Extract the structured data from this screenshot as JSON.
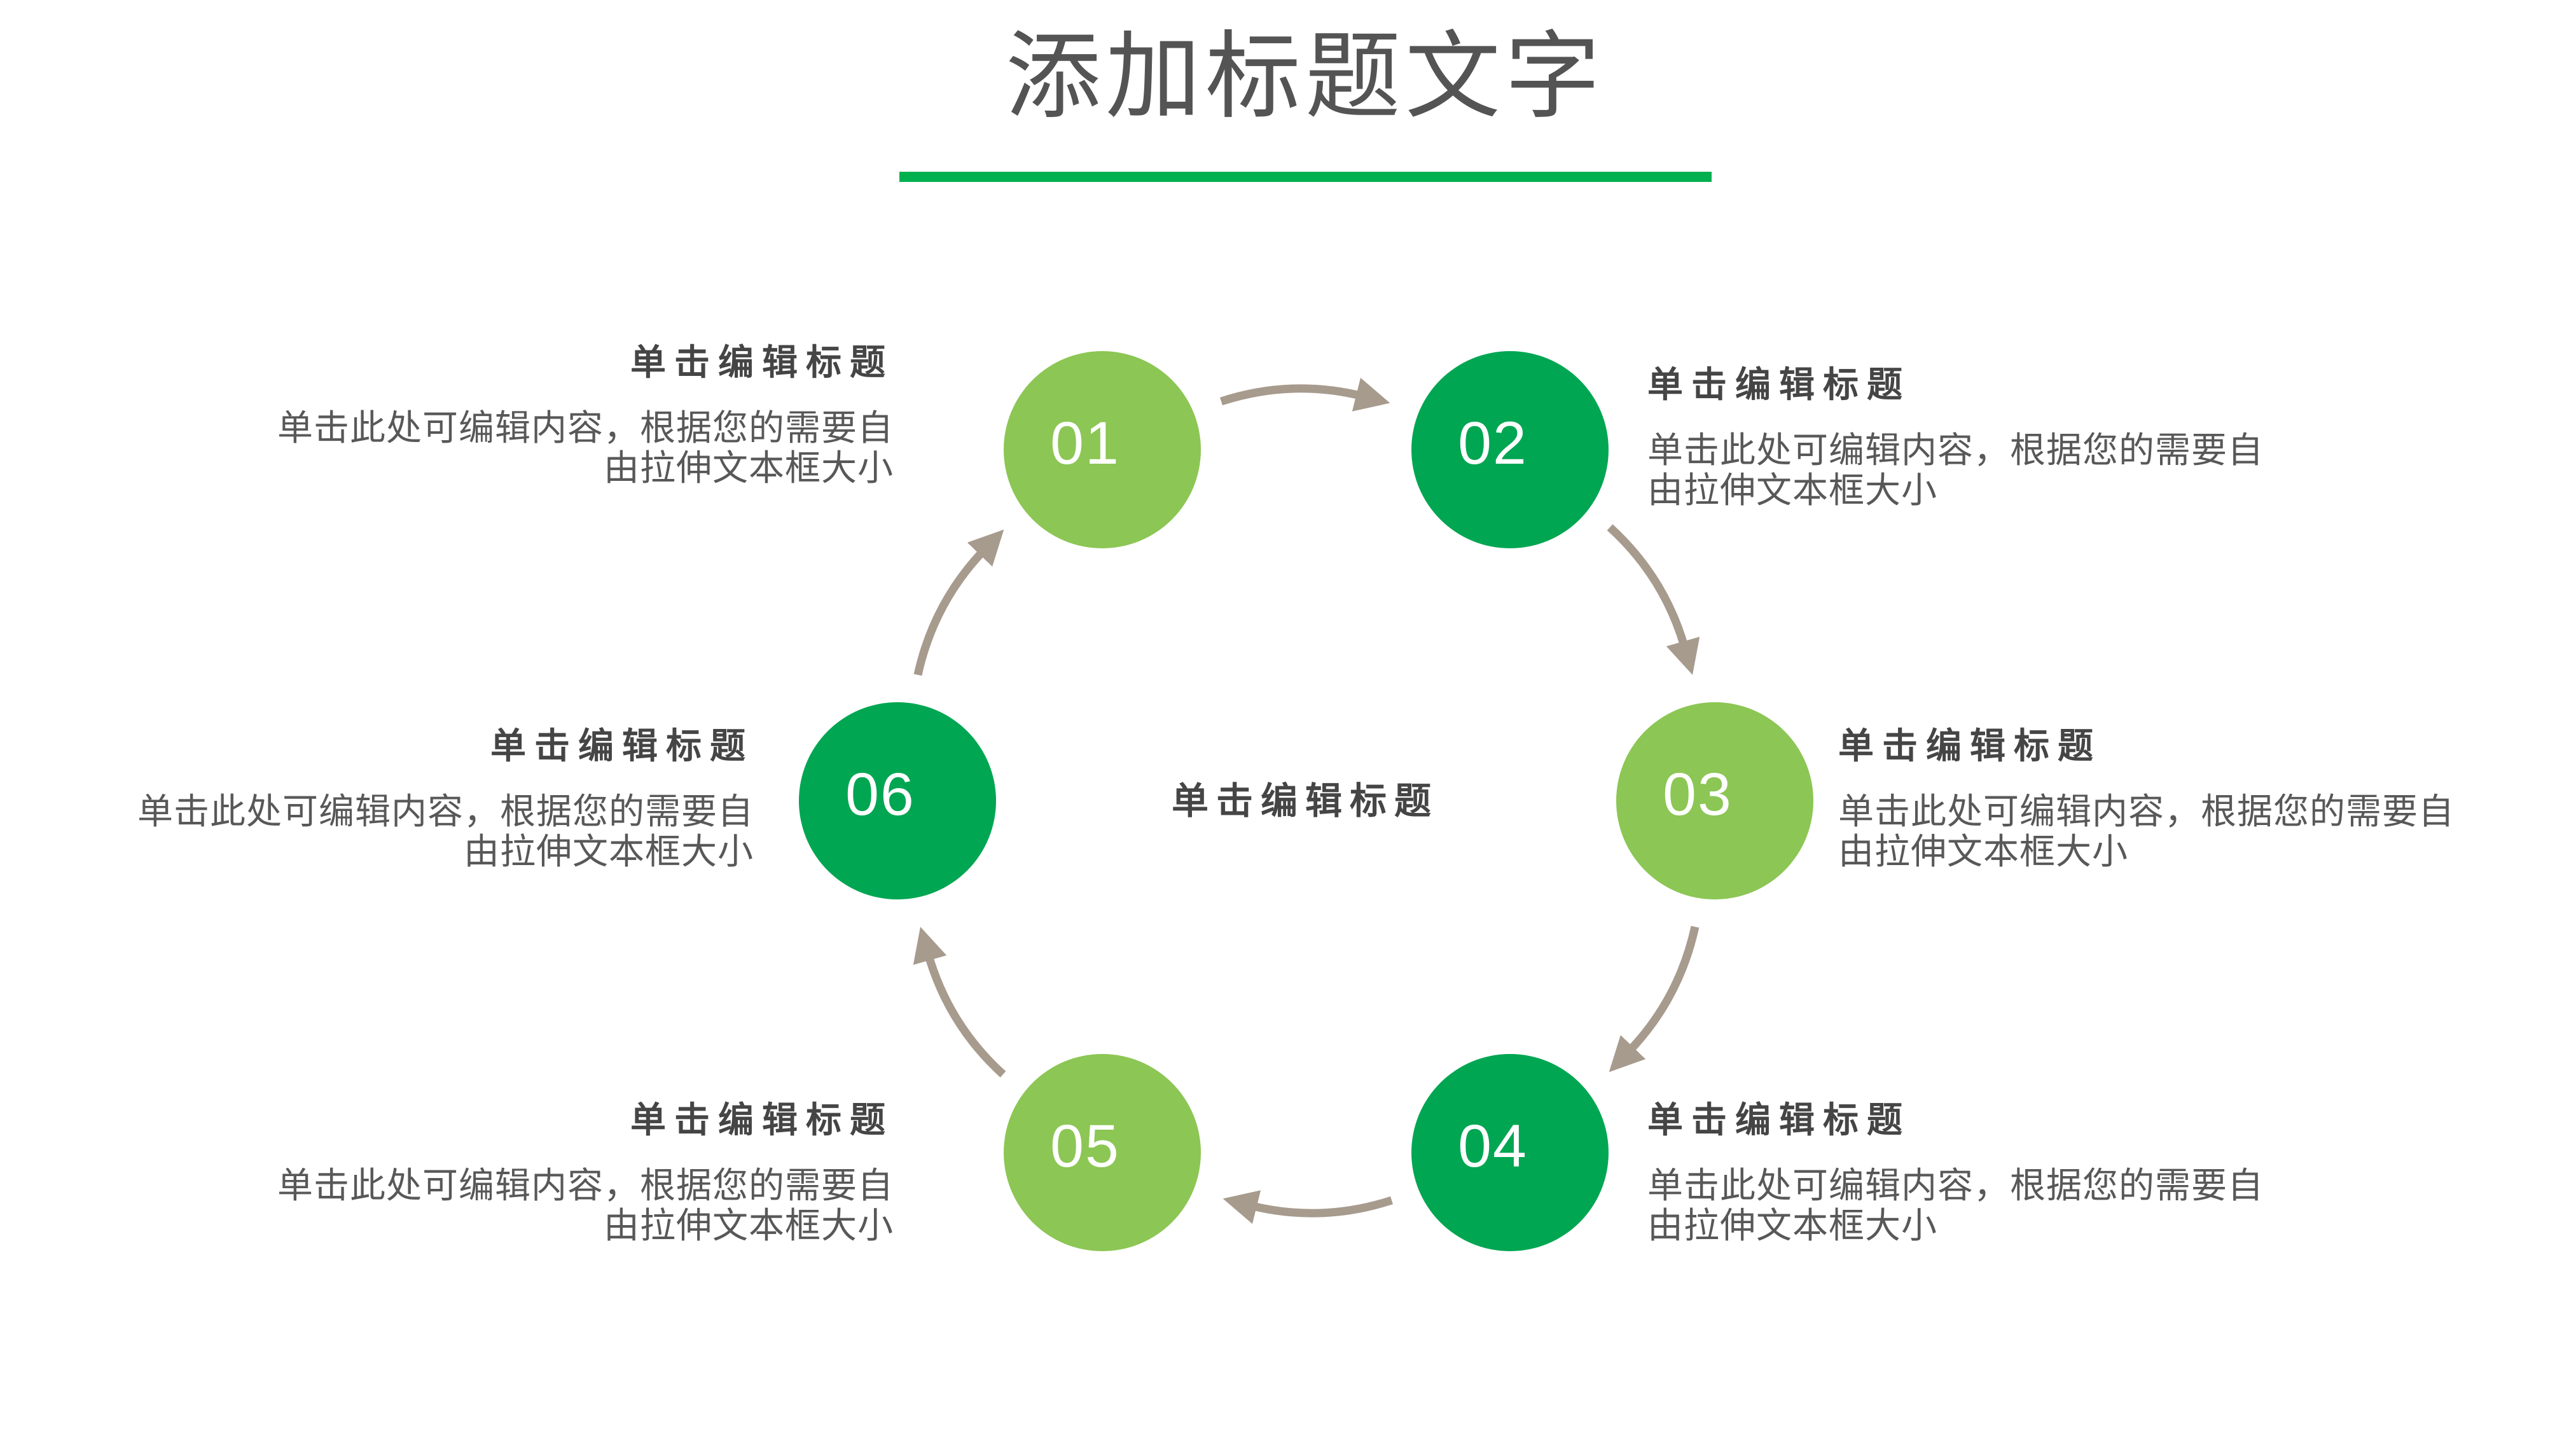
{
  "slide": {
    "title": "添加标题文字"
  },
  "colors": {
    "background": "#FFFFFF",
    "accent_green": "#00B04E",
    "light_green": "#8CC654",
    "dark_green": "#00A652",
    "arrow": "#A79B8E",
    "title_text": "#545454",
    "heading_text": "#454545",
    "body_text": "#585858",
    "number_text": "#FFFFFF"
  },
  "diagram": {
    "center_label": "单击编辑标题",
    "steps": [
      {
        "number": "01",
        "tone": "light",
        "heading": "单击编辑标题",
        "body_line1": "单击此处可编辑内容，根据您的需要自",
        "body_line2": "由拉伸文本框大小"
      },
      {
        "number": "02",
        "tone": "dark",
        "heading": "单击编辑标题",
        "body_line1": "单击此处可编辑内容，根据您的需要自",
        "body_line2": "由拉伸文本框大小"
      },
      {
        "number": "03",
        "tone": "light",
        "heading": "单击编辑标题",
        "body_line1": "单击此处可编辑内容，根据您的需要自",
        "body_line2": "由拉伸文本框大小"
      },
      {
        "number": "04",
        "tone": "dark",
        "heading": "单击编辑标题",
        "body_line1": "单击此处可编辑内容，根据您的需要自",
        "body_line2": "由拉伸文本框大小"
      },
      {
        "number": "05",
        "tone": "light",
        "heading": "单击编辑标题",
        "body_line1": "单击此处可编辑内容，根据您的需要自",
        "body_line2": "由拉伸文本框大小"
      },
      {
        "number": "06",
        "tone": "dark",
        "heading": "单击编辑标题",
        "body_line1": "单击此处可编辑内容，根据您的需要自",
        "body_line2": "由拉伸文本框大小"
      }
    ]
  }
}
